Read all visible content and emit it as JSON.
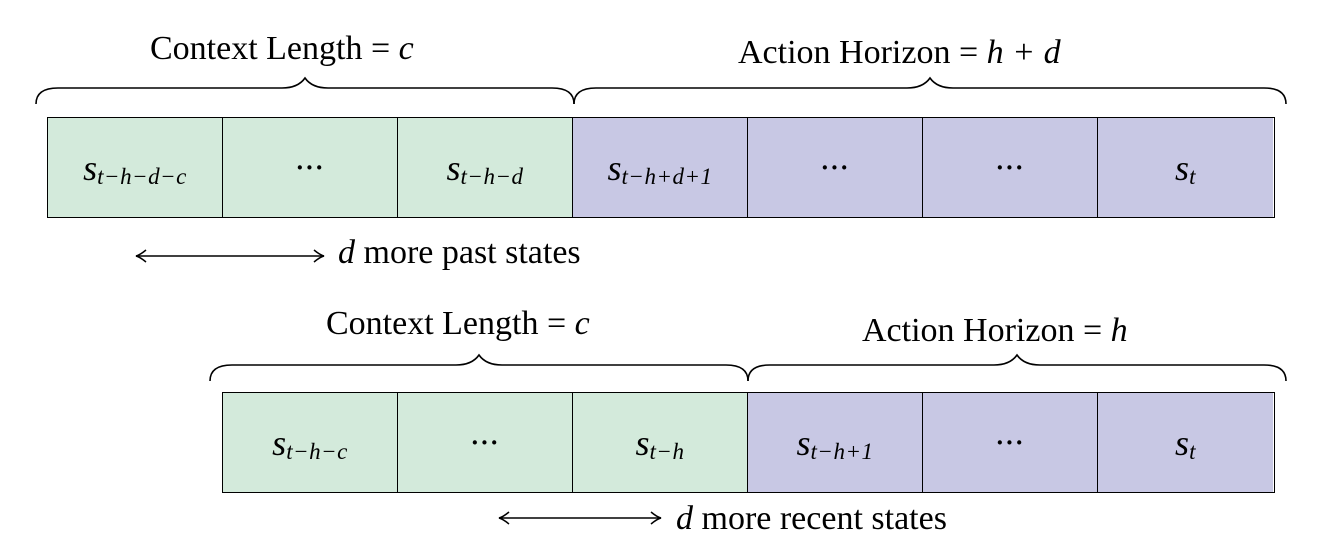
{
  "top": {
    "context_text": "Context Length = ",
    "context_var": "c",
    "action_text": "Action Horizon = ",
    "action_var": "h + d",
    "cells": [
      {
        "kind": "ctx",
        "sub": "t−h−d−c"
      },
      {
        "kind": "ctx",
        "dots": "···"
      },
      {
        "kind": "ctx",
        "sub": "t−h−d"
      },
      {
        "kind": "act",
        "sub": "t−h+d+1"
      },
      {
        "kind": "act",
        "dots": "···"
      },
      {
        "kind": "act",
        "dots": "···"
      },
      {
        "kind": "act",
        "sub": "t"
      }
    ],
    "caption_var": "d",
    "caption_text": " more past states"
  },
  "bottom": {
    "context_text": "Context Length = ",
    "context_var": "c",
    "action_text": "Action Horizon = ",
    "action_var": "h",
    "cells": [
      {
        "kind": "ctx",
        "sub": "t−h−c"
      },
      {
        "kind": "ctx",
        "dots": "···"
      },
      {
        "kind": "ctx",
        "sub": "t−h"
      },
      {
        "kind": "act",
        "sub": "t−h+1"
      },
      {
        "kind": "act",
        "dots": "···"
      },
      {
        "kind": "act",
        "sub": "t"
      }
    ],
    "caption_var": "d",
    "caption_text": " more recent states"
  },
  "state_symbol": "s"
}
